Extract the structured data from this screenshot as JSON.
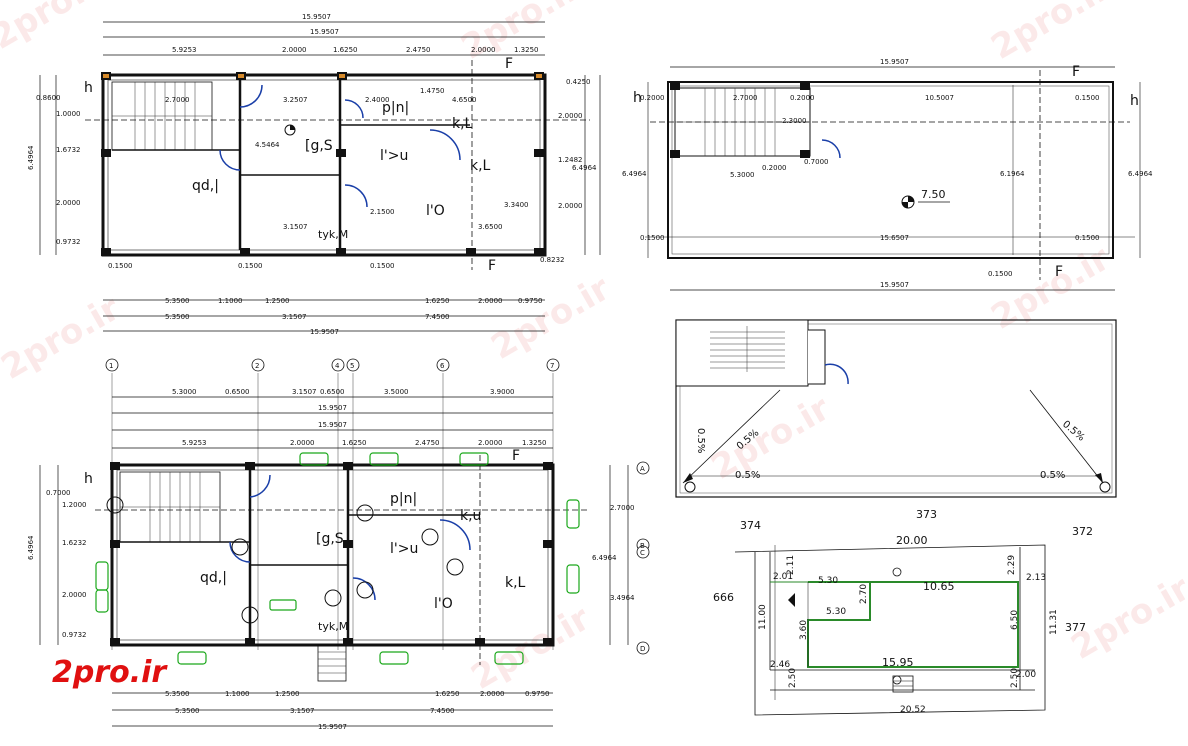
{
  "watermark": "2pro.ir",
  "logo_text": "2pro.ir",
  "top_left_plan": {
    "overall_dims": [
      "15.9507",
      "15.9507"
    ],
    "top_segments": [
      "5.9253",
      "2.0000",
      "1.6250",
      "2.4750",
      "2.0000",
      "1.3250"
    ],
    "bottom_segments_1": [
      "5.3500",
      "1.1000",
      "1.2500",
      "1.6250",
      "2.0000",
      "0.9750"
    ],
    "bottom_segments_2": [
      "5.3500",
      "3.1507",
      "7.4500"
    ],
    "bottom_total": "15.9507",
    "left_dims": [
      "0.8600",
      "1.0000",
      "1.6732",
      "2.0000",
      "0.9732"
    ],
    "left_total": "6.4964",
    "right_dims": [
      "0.4250",
      "2.0000",
      "1.2482",
      "2.0000",
      "0.8232"
    ],
    "right_total": "6.4964",
    "room_labels": [
      "[g,S",
      "p|n|",
      "k,L",
      "l'>u",
      "qd,|",
      "l'O",
      "tyk,M"
    ],
    "inner_dims": [
      "2.7000",
      "3.2507",
      "2.4000",
      "1.4750",
      "4.6500",
      "4.5464",
      "3.3400",
      "3.6500",
      "3.1507",
      "0.1500",
      "2.1500"
    ],
    "markers": [
      "h",
      "F",
      "F"
    ]
  },
  "bottom_left_plan": {
    "grid_labels": [
      "1",
      "2",
      "4",
      "5",
      "6",
      "7"
    ],
    "row_labels": [
      "A",
      "B",
      "C",
      "D"
    ],
    "axis_segments": [
      "5.3000",
      "0.6500",
      "3.1507",
      "0.6500",
      "3.5000",
      "3.9000"
    ],
    "axis_total": "15.9507",
    "overall_dims": [
      "15.9507"
    ],
    "top_segments": [
      "5.9253",
      "2.0000",
      "1.6250",
      "2.4750",
      "2.0000",
      "1.3250"
    ],
    "bottom_segments_1": [
      "5.3500",
      "1.1000",
      "1.2500",
      "1.6250",
      "2.0000",
      "0.9750"
    ],
    "bottom_segments_2": [
      "5.3500",
      "3.1507",
      "7.4500"
    ],
    "bottom_total": "15.9507",
    "left_dims": [
      "0.7000",
      "1.2000",
      "1.6232",
      "2.0000",
      "0.9732"
    ],
    "left_total": "6.4964",
    "right_dims": [
      "2.7000",
      "3.4964"
    ],
    "right_total": "6.4964",
    "room_labels": [
      "[g,S",
      "p|n|",
      "k,u",
      "l'>u",
      "qd,|",
      "l'O",
      "tyk,M",
      "k,L"
    ],
    "markers": [
      "h",
      "F"
    ]
  },
  "top_right_plan": {
    "overall_dims": [
      "15.9507",
      "15.9507"
    ],
    "top_dims": [
      "0.2000",
      "2.7000",
      "0.2000",
      "0.1500",
      "10.5007",
      "0.1500",
      "0.1500"
    ],
    "side_dims": [
      "6.4964",
      "6.4964",
      "6.1964"
    ],
    "bottom_dims": [
      "0.1500",
      "15.6507",
      "0.1500"
    ],
    "small_dims": [
      "5.3000",
      "0.2000",
      "0.7000",
      "2.3000",
      "0.1500"
    ],
    "level": "7.50",
    "markers": [
      "h",
      "F",
      "F"
    ]
  },
  "roof_plan": {
    "slopes": [
      "0.5%",
      "0.5%",
      "0.5%",
      "0.5%",
      "0.5%"
    ]
  },
  "site_plan": {
    "neighbors": [
      "374",
      "373",
      "372",
      "666",
      "377"
    ],
    "dims": [
      "20.00",
      "10.65",
      "5.30",
      "5.30",
      "2.70",
      "3.60",
      "6.50",
      "15.95",
      "2.46",
      "2.00",
      "2.50",
      "2.50",
      "11.00",
      "11.31",
      "2.01",
      "2.11",
      "2.29",
      "2.13",
      "20.52"
    ]
  }
}
